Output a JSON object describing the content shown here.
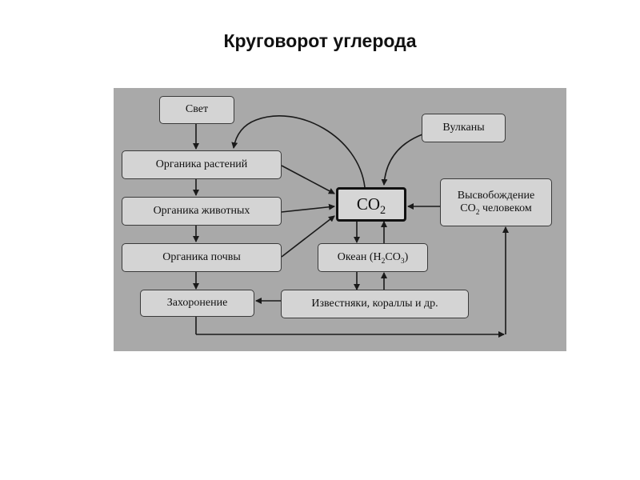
{
  "title": "Круговорот углерода",
  "nodes": {
    "light": "Свет",
    "volcanoes": "Вулканы",
    "plant_organics": "Органика растений",
    "animal_organics": "Органика животных",
    "soil_organics": "Органика почвы",
    "burial": "Захоронение",
    "limestone": "Известняки, кораллы и др.",
    "co2": {
      "main": "CO",
      "sub": "2"
    },
    "ocean": {
      "prefix": "Океан (H",
      "sub1": "2",
      "mid": "CO",
      "sub2": "3",
      "suffix": ")"
    },
    "release": {
      "line1": "Высвобождение",
      "line2_main": "CO",
      "line2_sub": "2",
      "line2_rest": " человеком"
    }
  },
  "colors": {
    "panel": "#a9a9a9",
    "box_fill": "#d4d4d4",
    "box_border": "#3a3a3a",
    "arrow": "#1a1a1a"
  }
}
